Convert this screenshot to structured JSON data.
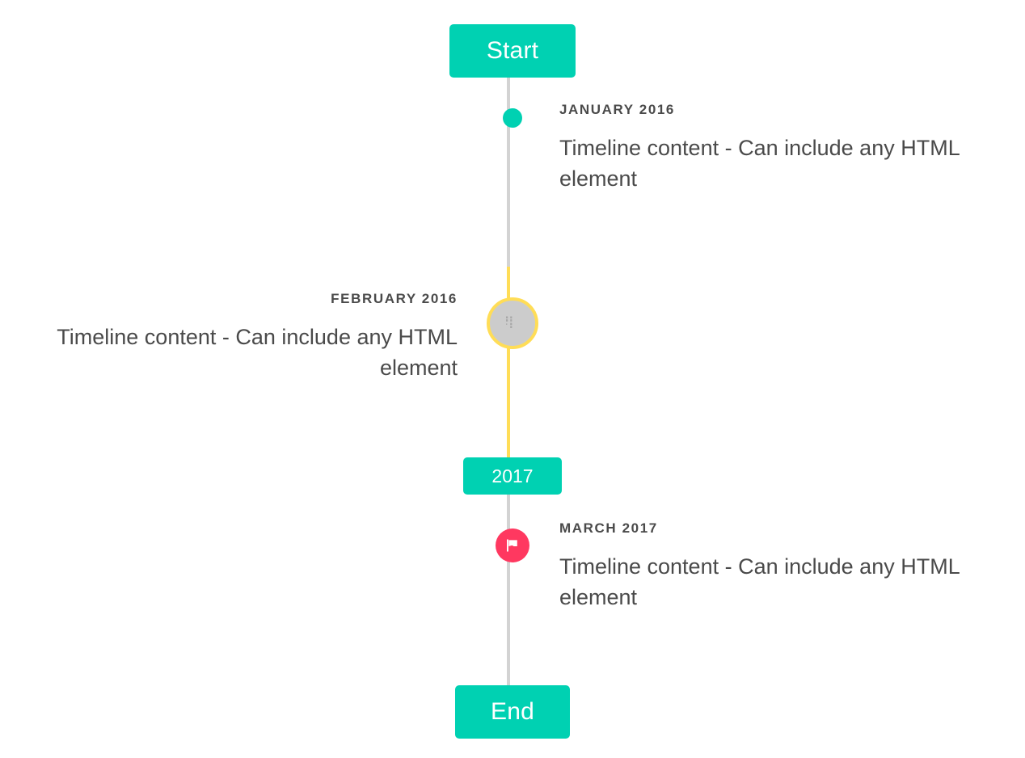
{
  "timeline": {
    "header_label": "Start",
    "footer_label": "End",
    "midpoint_label": "2017",
    "colors": {
      "primary": "#00d1b2",
      "warning": "#ffdd57",
      "danger": "#ff3860",
      "rail": "#d3d3d3",
      "text": "#4a4a4a",
      "marker_image_fill": "#cccccc"
    },
    "items": [
      {
        "heading": "January 2016",
        "body": "Timeline content - Can include any HTML element",
        "side": "right",
        "marker": "dot-icon",
        "marker_color": "#00d1b2"
      },
      {
        "heading": "February 2016",
        "body": "Timeline content - Can include any HTML element",
        "side": "left",
        "marker": "broken-image-icon",
        "marker_color": "#ffdd57"
      },
      {
        "heading": "March 2017",
        "body": "Timeline content - Can include any HTML element",
        "side": "right",
        "marker": "flag-icon",
        "marker_color": "#ff3860"
      }
    ]
  }
}
